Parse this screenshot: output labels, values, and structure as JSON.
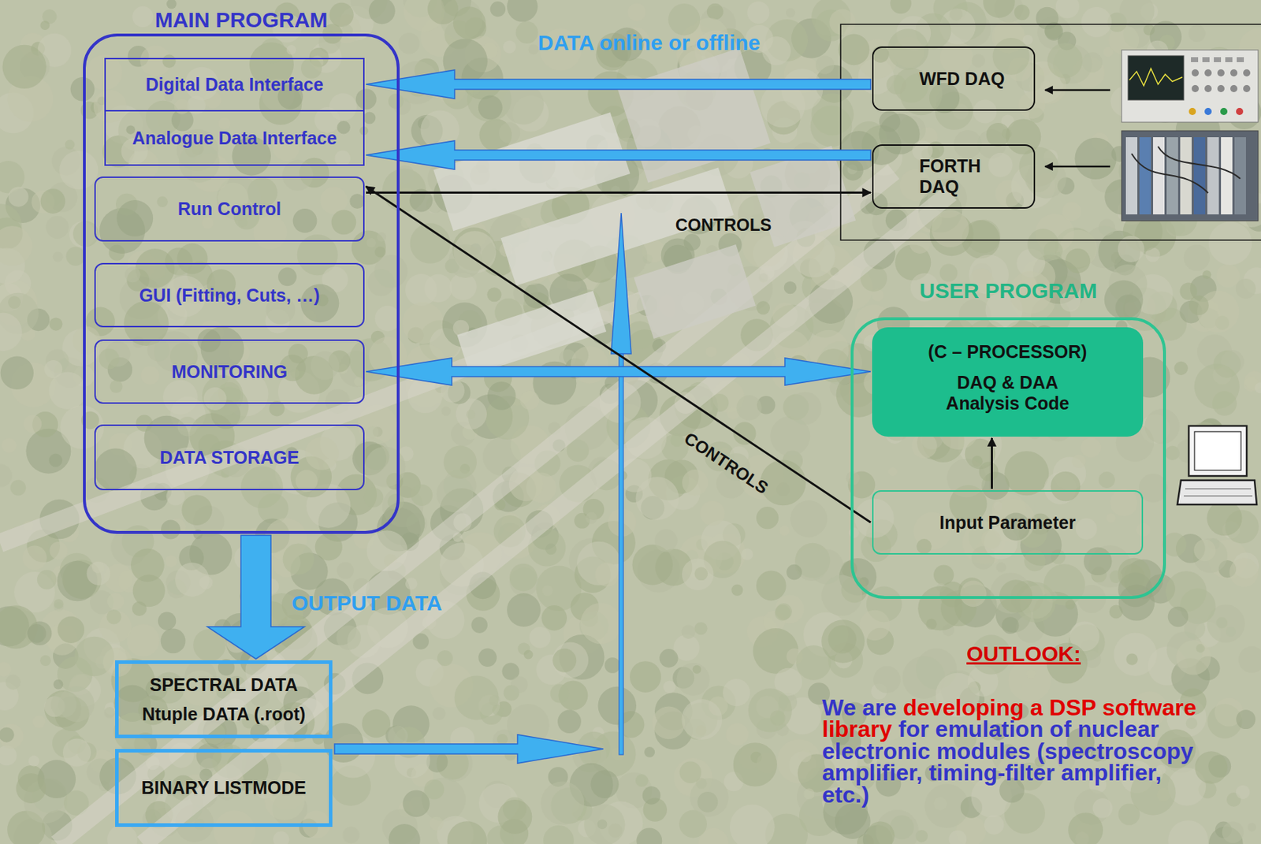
{
  "diagram": {
    "nodes": [
      {
        "text": [
          "MAIN PROGRAM"
        ]
      },
      {
        "text": [
          "Digital Data Interface"
        ],
        "in": 0
      },
      {
        "text": [
          "Analogue Data Interface"
        ],
        "in": 0
      },
      {
        "text": [
          "Run Control"
        ],
        "in": 0
      },
      {
        "text": [
          "GUI (Fitting, Cuts, …)"
        ],
        "in": 0
      },
      {
        "text": [
          "MONITORING"
        ],
        "in": 0
      },
      {
        "text": [
          "DATA STORAGE"
        ],
        "in": 0
      },
      {
        "text": [
          "WFD DAQ"
        ]
      },
      {
        "text": [
          "FORTH DAQ"
        ]
      },
      {
        "text": [
          "USER PROGRAM"
        ]
      },
      {
        "text": [
          "(C – PROCESSOR)",
          "DAQ & DAA Analysis Code"
        ],
        "in": 9
      },
      {
        "text": [
          "Input Parameter"
        ],
        "in": 9
      },
      {
        "text": [
          "SPECTRAL DATA",
          "Ntuple DATA (.root)"
        ]
      },
      {
        "text": [
          "BINARY LISTMODE"
        ]
      }
    ],
    "edges": [
      {
        "from": 7,
        "to": 1,
        "arrow": "to"
      },
      {
        "from": 8,
        "to": 2,
        "arrow": "to"
      },
      {
        "from": 3,
        "to": 8,
        "arrow": "to",
        "label": "CONTROLS"
      },
      {
        "from": 5,
        "to": 10,
        "arrow": "both"
      },
      {
        "from": 11,
        "to": 3,
        "arrow": "to",
        "label": "CONTROLS"
      },
      {
        "from": 11,
        "to": 10,
        "arrow": "to"
      },
      {
        "from": 0,
        "to": 12,
        "arrow": "to",
        "label": "OUTPUT DATA"
      }
    ],
    "labels": [
      "DATA online or offline",
      "OUTLOOK:",
      "We are",
      "developing a DSP software library",
      "for emulation of nuclear electronic modules (spectroscopy amplifier, timing-filter amplifier, etc.)"
    ]
  }
}
